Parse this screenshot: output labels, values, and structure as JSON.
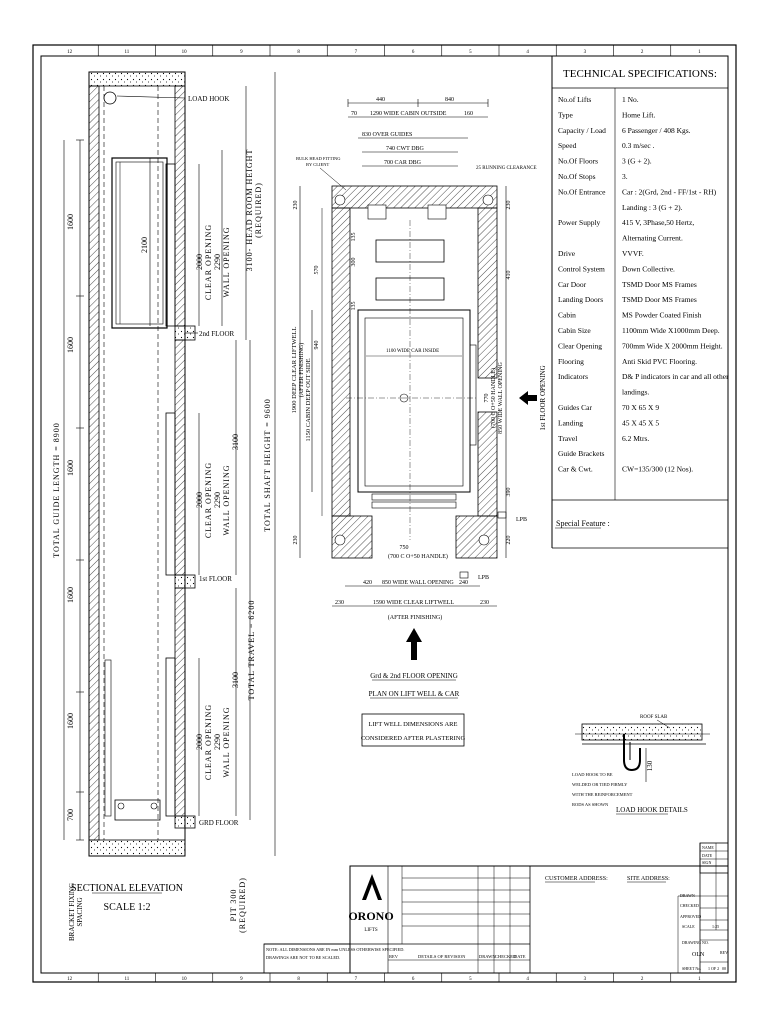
{
  "border": {
    "top_ticks": [
      "12",
      "11",
      "10",
      "9",
      "8",
      "7",
      "6",
      "5",
      "4",
      "3",
      "2",
      "1"
    ],
    "bottom_ticks": [
      "12",
      "11",
      "10",
      "9",
      "8",
      "7",
      "6",
      "5",
      "4",
      "3",
      "2",
      "1"
    ]
  },
  "spec": {
    "title": "TECHNICAL SPECIFICATIONS:",
    "rows": [
      [
        "No.of Lifts",
        "1 No."
      ],
      [
        "Type",
        "Home Lift."
      ],
      [
        "Capacity / Load",
        "6 Passenger / 408 Kgs."
      ],
      [
        "Speed",
        "0.3 m/sec ."
      ],
      [
        "No.Of Floors",
        "3 (G + 2)."
      ],
      [
        "No.Of Stops",
        "3."
      ],
      [
        "No.Of Entrance",
        "Car : 2(Grd, 2nd - FF/1st - RH)"
      ],
      [
        "",
        "Landing : 3 (G + 2)."
      ],
      [
        "Power Supply",
        "415 V, 3Phase,50 Hertz,"
      ],
      [
        "",
        "Alternating Current."
      ],
      [
        "Drive",
        "VVVF."
      ],
      [
        "Control System",
        "Down Collective."
      ],
      [
        "Car Door",
        "TSMD Door MS Frames"
      ],
      [
        "Landing Doors",
        "TSMD Door MS Frames"
      ],
      [
        "Cabin",
        "MS Powder Coated Finish"
      ],
      [
        "Cabin Size",
        "1100mm Wide X1000mm Deep."
      ],
      [
        "Clear Opening",
        "700mm Wide X 2000mm Height."
      ],
      [
        "Flooring",
        "Anti Skid PVC Flooring."
      ],
      [
        "Indicators",
        "D& P indicators in car and all other"
      ],
      [
        "",
        "landings."
      ],
      [
        "Guides Car",
        "70 X 65 X 9"
      ],
      [
        "          Landing",
        "45 X 45 X 5"
      ],
      [
        "Travel",
        "6.2 Mtrs."
      ],
      [
        "Guide Brackets",
        ""
      ],
      [
        "Car & Cwt.",
        "CW=135/300 (12 Nos)."
      ]
    ],
    "special": "Special Feature :"
  },
  "elevation": {
    "load_hook": "LOAD HOOK",
    "floor_2": "2nd FLOOR",
    "floor_1": "1st FLOOR",
    "floor_g": "GRD FLOOR",
    "dim_1600": "1600",
    "dim_700": "700",
    "dim_2100": "2100",
    "clear_opening": "2000",
    "clear_opening_lbl": "CLEAR OPENING",
    "wall_opening": "2290",
    "wall_opening_lbl": "WALL OPENING",
    "wall_3100": "3100",
    "headroom": "3100- HEAD ROOM HEIGHT",
    "required": "(REQUIRED)",
    "guide_length": "TOTAL GUIDE LENGTH = 8900",
    "shaft_height": "TOTAL SHAFT HEIGHT = 9600",
    "travel": "TOTAL TRAVEL = 6200",
    "pit": "PIT 300",
    "bracket": "BRACKET FIXING",
    "spacing": "SPACING",
    "title": "SECTIONAL ELEVATION",
    "scale": "SCALE 1:2"
  },
  "plan": {
    "top_dims": [
      "440",
      "840"
    ],
    "cabin_outside": "1290 WIDE CABIN OUTSIDE",
    "d70": "70",
    "d160": "160",
    "over_guides": "830 OVER GUIDES",
    "cwt_dbg": "740 CWT DBG",
    "car_dbg": "700 CAR DBG",
    "running_clearance": "25 RUNNING CLEARANCE",
    "bulkhead": "BULK HEAD FITTING",
    "by_client": "BY CLIENT",
    "d230": "230",
    "d570": "570",
    "d300": "300",
    "d135": "135",
    "d410": "410",
    "d390": "390",
    "d220": "220",
    "car_inside": "1100 WIDE CAR INSIDE",
    "clear_liftwell_deep": "1900 DEEP CLEAR LIFTWELL",
    "after_finishing": "(AFTER FINISHING)",
    "cabin_deep_outside": "1150 CABIN DEEP OUT SIDE",
    "d940": "940",
    "opening_right": "(700 C O+50 HANDLE)",
    "wall_opening_right": "850 WIDE WALL OPENING",
    "d770": "770",
    "first_floor_opening": "1st FLOOR OPENING",
    "lpb": "LPB",
    "d750": "750",
    "opening_bottom": "(700 C O+50 HANDLE)",
    "d420": "420",
    "wall_opening_bottom": "850 WIDE WALL OPENING",
    "d240": "240",
    "clear_liftwell": "1590 WIDE CLEAR LIFTWELL",
    "after_finishing2": "(AFTER FINISHING)",
    "plan_caption1": "Grd & 2nd FLOOR OPENING",
    "plan_caption2": "PLAN ON LIFT WELL & CAR",
    "note1": "LIFT WELL DIMENSIONS ARE",
    "note2": "CONSIDERED AFTER PLASTERING"
  },
  "hook": {
    "roof_slab": "ROOF SLAB",
    "d130": "130",
    "note1": "LOAD HOOK TO BE",
    "note2": "WELDED OR TIED FIRMLY",
    "note3": "WITH THE REINFORCEMENT",
    "note4": "RODS AS SHOWN",
    "title": "LOAD HOOK DETAILS"
  },
  "titleblock": {
    "logo": "ORONO",
    "logo_sub": "LIFTS",
    "customer": "CUSTOMER ADDRESS:",
    "site": "SITE ADDRESS:",
    "note": "NOTE: ALL DIMENSIONS ARE IN mm UNLESS OTHERWISE SPECIFIED.",
    "note2": "DRAWINGS ARE NOT TO BE SCALED.",
    "rev": "REV",
    "details": "DETAILS OF REVISION",
    "drawn": "DRAWN",
    "checked": "CHECKED",
    "date": "DATE",
    "name": "NAME",
    "date_lbl": "DATE",
    "sign": "SIGN",
    "drawn_r": "DRAWN",
    "checked_r": "CHECKED",
    "approved": "APPROVED",
    "scale": "SCALE",
    "scale_val": "1:25",
    "drawing_no": "DRAWING NO.",
    "drawing_val": "OLN",
    "rev_r": "REV",
    "sheet": "SHEET No.",
    "sheet_val": "1 OF 2",
    "rev_val": "00"
  }
}
